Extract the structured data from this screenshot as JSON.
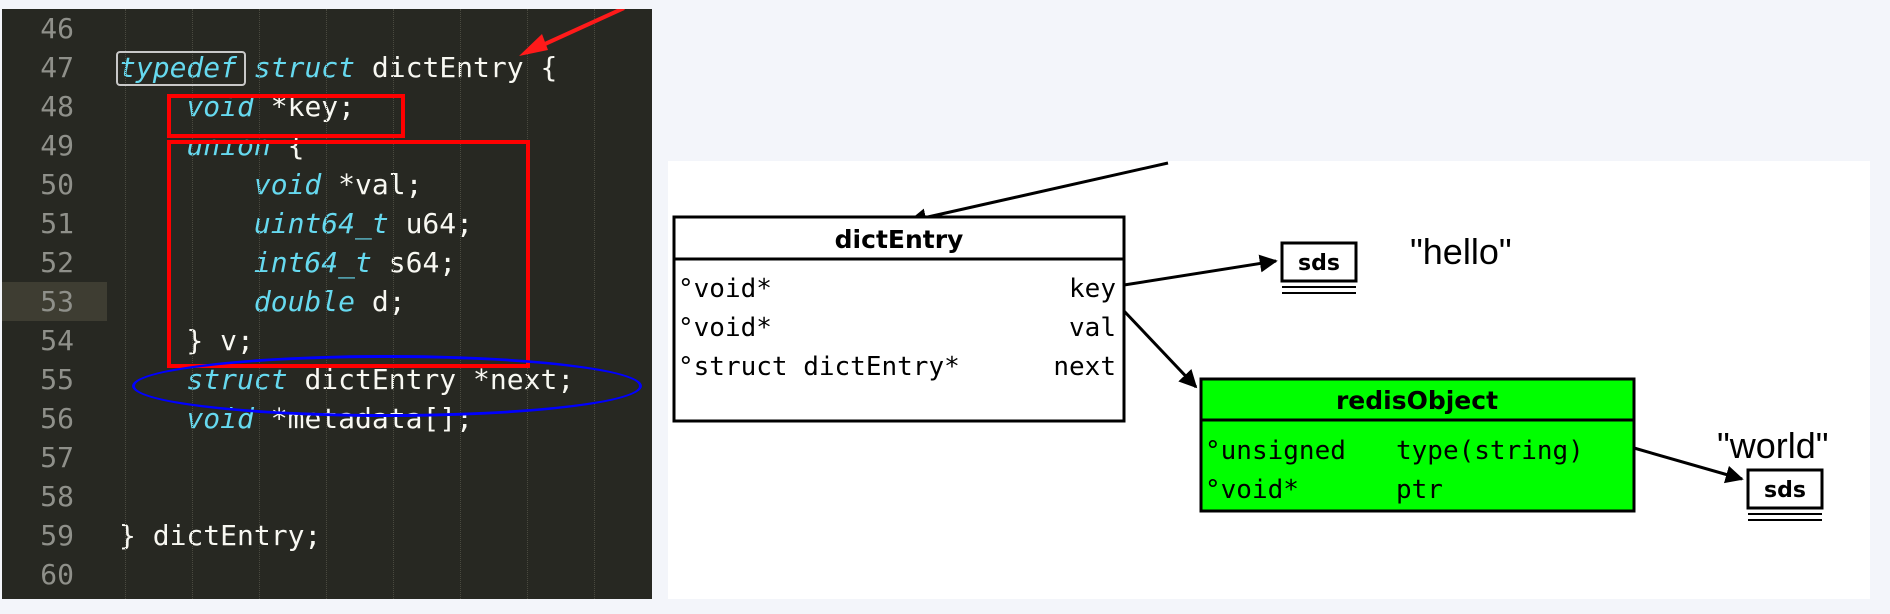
{
  "code_editor": {
    "lines": [
      {
        "n": "46",
        "parts": []
      },
      {
        "n": "47",
        "parts": [
          {
            "t": "typedef",
            "k": 1
          },
          {
            "t": " "
          },
          {
            "t": "struct",
            "k": 1
          },
          {
            "t": " dictEntry {"
          }
        ]
      },
      {
        "n": "48",
        "parts": [
          {
            "t": "    "
          },
          {
            "t": "void",
            "k": 1
          },
          {
            "t": " *key;"
          }
        ]
      },
      {
        "n": "49",
        "parts": [
          {
            "t": "    "
          },
          {
            "t": "union",
            "k": 1
          },
          {
            "t": " {"
          }
        ]
      },
      {
        "n": "50",
        "parts": [
          {
            "t": "        "
          },
          {
            "t": "void",
            "k": 1
          },
          {
            "t": " *val;"
          }
        ]
      },
      {
        "n": "51",
        "parts": [
          {
            "t": "        "
          },
          {
            "t": "uint64_t",
            "k": 1
          },
          {
            "t": " u64;"
          }
        ]
      },
      {
        "n": "52",
        "parts": [
          {
            "t": "        "
          },
          {
            "t": "int64_t",
            "k": 1
          },
          {
            "t": " s64;"
          }
        ]
      },
      {
        "n": "53",
        "parts": [
          {
            "t": "        "
          },
          {
            "t": "double",
            "k": 1
          },
          {
            "t": " d;"
          }
        ]
      },
      {
        "n": "54",
        "parts": [
          {
            "t": "    } v;"
          }
        ]
      },
      {
        "n": "55",
        "parts": [
          {
            "t": "    "
          },
          {
            "t": "struct",
            "k": 1
          },
          {
            "t": " dictEntry *next;"
          }
        ]
      },
      {
        "n": "56",
        "parts": [
          {
            "t": "    "
          },
          {
            "t": "void",
            "k": 1
          },
          {
            "t": " *metadata[];"
          }
        ]
      },
      {
        "n": "57",
        "parts": []
      },
      {
        "n": "58",
        "parts": []
      },
      {
        "n": "59",
        "parts": [
          {
            "t": "} dictEntry;"
          }
        ]
      },
      {
        "n": "60",
        "parts": []
      }
    ],
    "highlighted_line": "53"
  },
  "diagram": {
    "dictEntry": {
      "title": "dictEntry",
      "rows": [
        {
          "type": "°void*",
          "name": "key"
        },
        {
          "type": "°void*",
          "name": "val"
        },
        {
          "type": "°struct dictEntry*",
          "name": "next"
        }
      ]
    },
    "redisObject": {
      "title": "redisObject",
      "fill": "#00ff00",
      "rows": [
        {
          "type": "°unsigned",
          "name": "type(string)"
        },
        {
          "type": "°void*",
          "name": "ptr"
        }
      ]
    },
    "sds_key": {
      "title": "sds",
      "value": "\"hello\""
    },
    "sds_val": {
      "title": "sds",
      "value": "\"world\""
    }
  },
  "annotation_colors": {
    "box": "#ff0000",
    "ellipse": "#0000ff",
    "arrow": "#ff1a1a"
  }
}
